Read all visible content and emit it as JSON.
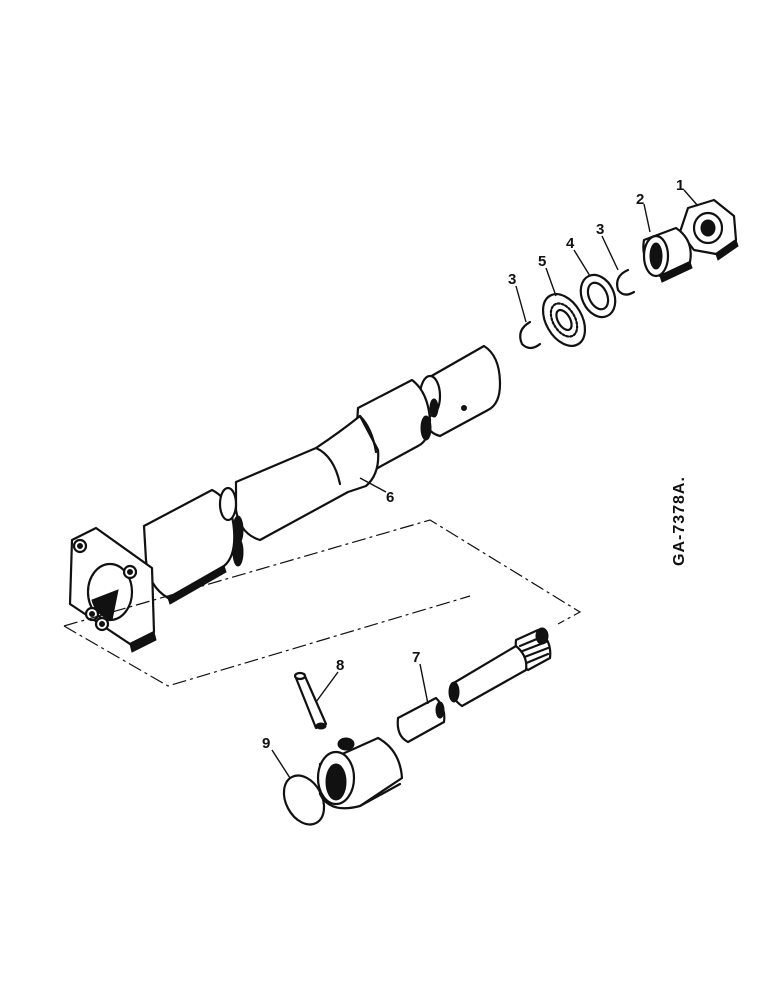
{
  "figure_code": "GA-7378A.",
  "callouts": {
    "c1": "1",
    "c2": "2",
    "c3a": "3",
    "c3b": "3",
    "c4": "4",
    "c5": "5",
    "c6": "6",
    "c7": "7",
    "c8": "8",
    "c9": "9"
  }
}
